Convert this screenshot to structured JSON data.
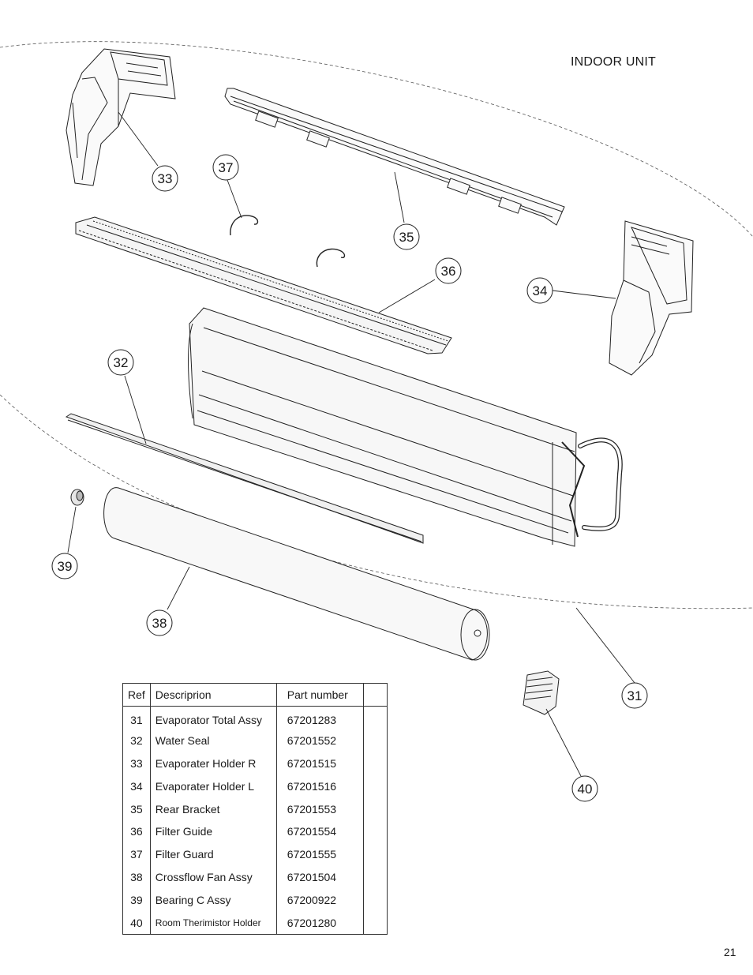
{
  "section_title": "INDOOR UNIT",
  "page_number": "21",
  "callouts": [
    "31",
    "32",
    "33",
    "34",
    "35",
    "36",
    "37",
    "38",
    "39",
    "40"
  ],
  "parts_table": {
    "headers": {
      "ref": "Ref",
      "description": "Descriprion",
      "part_number": "Part number",
      "extra": ""
    },
    "rows": [
      {
        "ref": "31",
        "description": "Evaporator Total Assy",
        "part_number": "67201283"
      },
      {
        "ref": "32",
        "description": "Water Seal",
        "part_number": "67201552"
      },
      {
        "ref": "33",
        "description": "Evaporater Holder R",
        "part_number": "67201515"
      },
      {
        "ref": "34",
        "description": "Evaporater Holder L",
        "part_number": "67201516"
      },
      {
        "ref": "35",
        "description": "Rear Bracket",
        "part_number": "67201553"
      },
      {
        "ref": "36",
        "description": "Filter Guide",
        "part_number": "67201554"
      },
      {
        "ref": "37",
        "description": "Filter Guard",
        "part_number": "67201555"
      },
      {
        "ref": "38",
        "description": "Crossflow Fan Assy",
        "part_number": "67201504"
      },
      {
        "ref": "39",
        "description": "Bearing C Assy",
        "part_number": "67200922"
      },
      {
        "ref": "40",
        "description": "Room Therimistor Holder",
        "part_number": "67201280"
      }
    ]
  }
}
